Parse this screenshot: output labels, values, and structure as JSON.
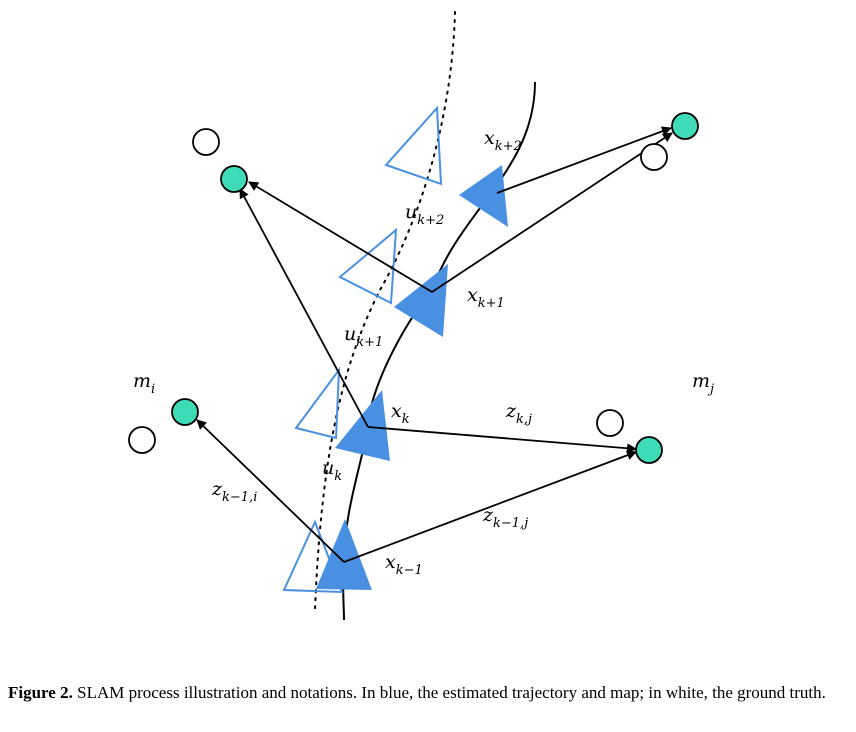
{
  "diagram": {
    "colors": {
      "estimate_fill": "#4a90e2",
      "estimate_outline": "#4a90e2",
      "landmark_estimate": "#3ddbb6",
      "ground_truth": "#ffffff",
      "stroke": "#000000"
    },
    "poses": [
      {
        "name": "x",
        "sub": "k−1"
      },
      {
        "name": "x",
        "sub": "k"
      },
      {
        "name": "x",
        "sub": "k+1"
      },
      {
        "name": "x",
        "sub": "k+2"
      }
    ],
    "controls": [
      {
        "name": "u",
        "sub": "k"
      },
      {
        "name": "u",
        "sub": "k+1"
      },
      {
        "name": "u",
        "sub": "k+2"
      }
    ],
    "observations": [
      {
        "name": "z",
        "sub": "k−1,i"
      },
      {
        "name": "z",
        "sub": "k−1,j"
      },
      {
        "name": "z",
        "sub": "k,j"
      }
    ],
    "landmarks": [
      {
        "name": "m",
        "sub": "i"
      },
      {
        "name": "m",
        "sub": "j"
      }
    ]
  },
  "caption": {
    "label": "Figure 2.",
    "text": " SLAM process illustration and notations. In blue, the estimated trajectory and map; in white, the ground truth."
  }
}
